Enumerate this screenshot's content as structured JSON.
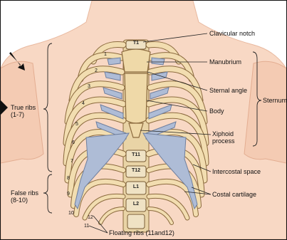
{
  "labels": {
    "clavicular_notch": "Clavicular notch",
    "manubrium": "Manubrium",
    "sternal_angle": "Sternal angle",
    "sternum": "Sternum",
    "body": "Body",
    "xiphoid_line1": "Xiphoid",
    "xiphoid_line2": "process",
    "intercostal_space": "Intercostal space",
    "costal_cartilage": "Costal cartilage",
    "floating_ribs": "Floating ribs (11and12)",
    "true_ribs_line1": "True ribs",
    "true_ribs_line2": "(1-7)",
    "false_ribs_line1": "False ribs",
    "false_ribs_line2": "(8-10)"
  },
  "vertebrae": [
    "T1",
    "T11",
    "T12",
    "L1",
    "L2"
  ],
  "rib_numbers": [
    "1",
    "2",
    "3",
    "4",
    "5",
    "6",
    "7",
    "8",
    "9",
    "10",
    "11",
    "12"
  ],
  "colors": {
    "skin": "#f8d8c4",
    "bone": "#f2ddb0",
    "bone_outline": "#8b6a3e",
    "cartilage": "#aebcd6",
    "accent_arrow": "#111111"
  }
}
